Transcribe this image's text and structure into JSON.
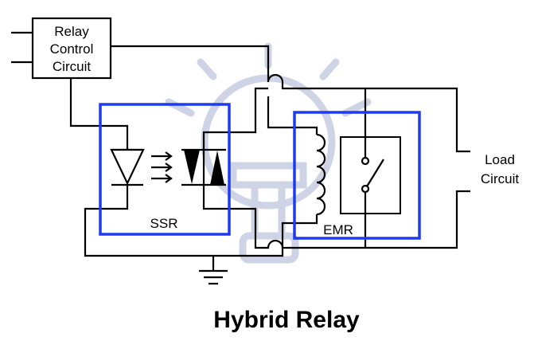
{
  "diagram": {
    "control_block": {
      "line1": "Relay",
      "line2": "Control",
      "line3": "Circuit"
    },
    "ssr_label": "SSR",
    "emr_label": "EMR",
    "load": {
      "line1": "Load",
      "line2": "Circuit"
    },
    "title": "Hybrid Relay",
    "colors": {
      "wire": "#000000",
      "module_outline": "#1f3bf0",
      "watermark": "#cfd3e6"
    }
  }
}
